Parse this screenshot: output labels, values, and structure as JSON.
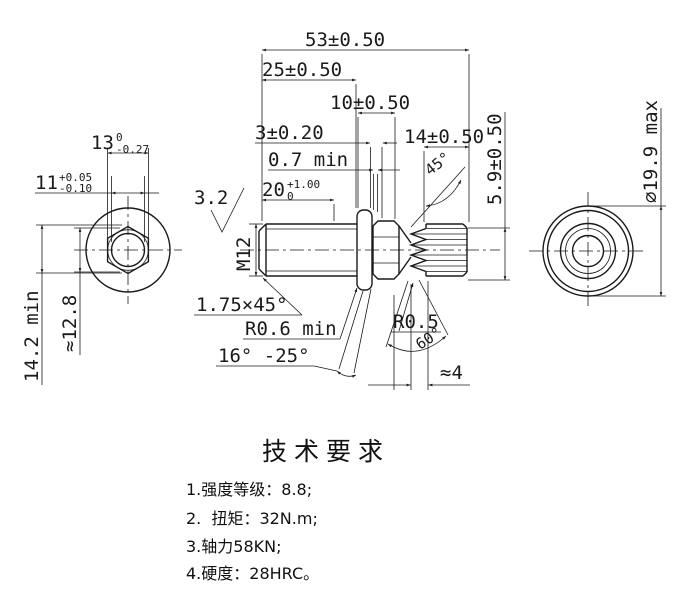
{
  "colors": {
    "background": "#ffffff",
    "line": "#1a1a1a"
  },
  "dims": {
    "len53": "53±0.50",
    "len25": "25±0.50",
    "len10": "10±0.50",
    "len14": "14±0.50",
    "len3": "3±0.20",
    "min07": "0.7 min",
    "d20": {
      "v": "20",
      "up": "+1.00",
      "lo": "0"
    },
    "d13": {
      "v": "13",
      "up": "0",
      "lo": "-0.27"
    },
    "d11": {
      "v": "11",
      "up": "+0.05",
      "lo": "-0.10"
    },
    "rough": "3.2",
    "thread": "M12",
    "chamfer": "1.75×45°",
    "r06": "R0.6 min",
    "a1625": "16° -25°",
    "r05": "R0.5",
    "a60": "60°",
    "a45": "45°",
    "approx4": "≈4",
    "len59": "5.9±0.50",
    "min142": "14.2 min",
    "approx128": "≈12.8",
    "dia199": "∅19.9 max"
  },
  "tech": {
    "title": "技术要求",
    "items": [
      "1.强度等级：8.8;",
      "2.  扭矩：32N.m;",
      "3.轴力58KN;",
      "4.硬度：28HRC。"
    ]
  }
}
